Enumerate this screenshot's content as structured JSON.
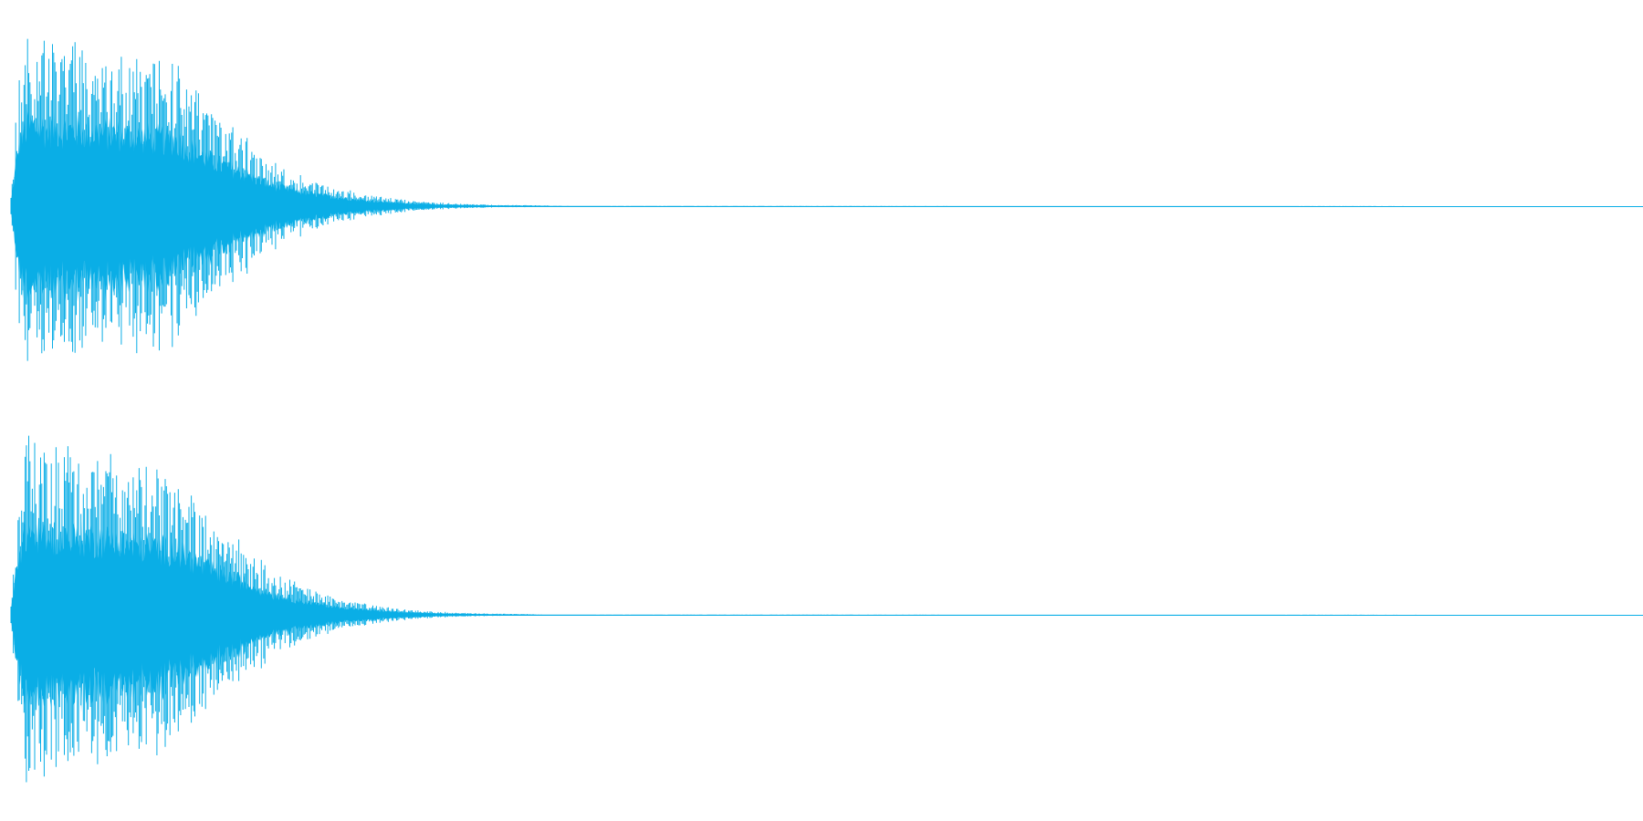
{
  "chart_data": {
    "type": "area",
    "title": "",
    "xlabel": "",
    "ylabel": "",
    "grid": false,
    "legend": "none",
    "color": "#0aaee6",
    "x_range": [
      0,
      1
    ],
    "y_range": [
      -1,
      1
    ],
    "series": [
      {
        "channel_index": 1,
        "x": [
          0,
          0.005,
          0.01,
          0.02,
          0.04,
          0.06,
          0.08,
          0.1,
          0.12,
          0.14,
          0.16,
          0.18,
          0.2,
          0.22,
          0.24,
          0.26,
          0.28,
          0.3,
          0.33,
          0.36,
          1
        ],
        "envelope": [
          0.05,
          0.75,
          0.95,
          0.9,
          0.88,
          0.85,
          0.8,
          0.78,
          0.55,
          0.4,
          0.24,
          0.16,
          0.1,
          0.06,
          0.035,
          0.02,
          0.012,
          0.007,
          0.004,
          0.002,
          0
        ]
      },
      {
        "channel_index": 2,
        "x": [
          0,
          0.005,
          0.01,
          0.02,
          0.04,
          0.06,
          0.08,
          0.1,
          0.12,
          0.14,
          0.16,
          0.18,
          0.2,
          0.22,
          0.24,
          0.26,
          0.28,
          0.3,
          0.33,
          0.36,
          1
        ],
        "envelope": [
          0.05,
          0.75,
          0.97,
          0.92,
          0.9,
          0.86,
          0.8,
          0.75,
          0.55,
          0.4,
          0.24,
          0.15,
          0.09,
          0.055,
          0.03,
          0.018,
          0.01,
          0.006,
          0.003,
          0.002,
          0
        ]
      }
    ]
  }
}
